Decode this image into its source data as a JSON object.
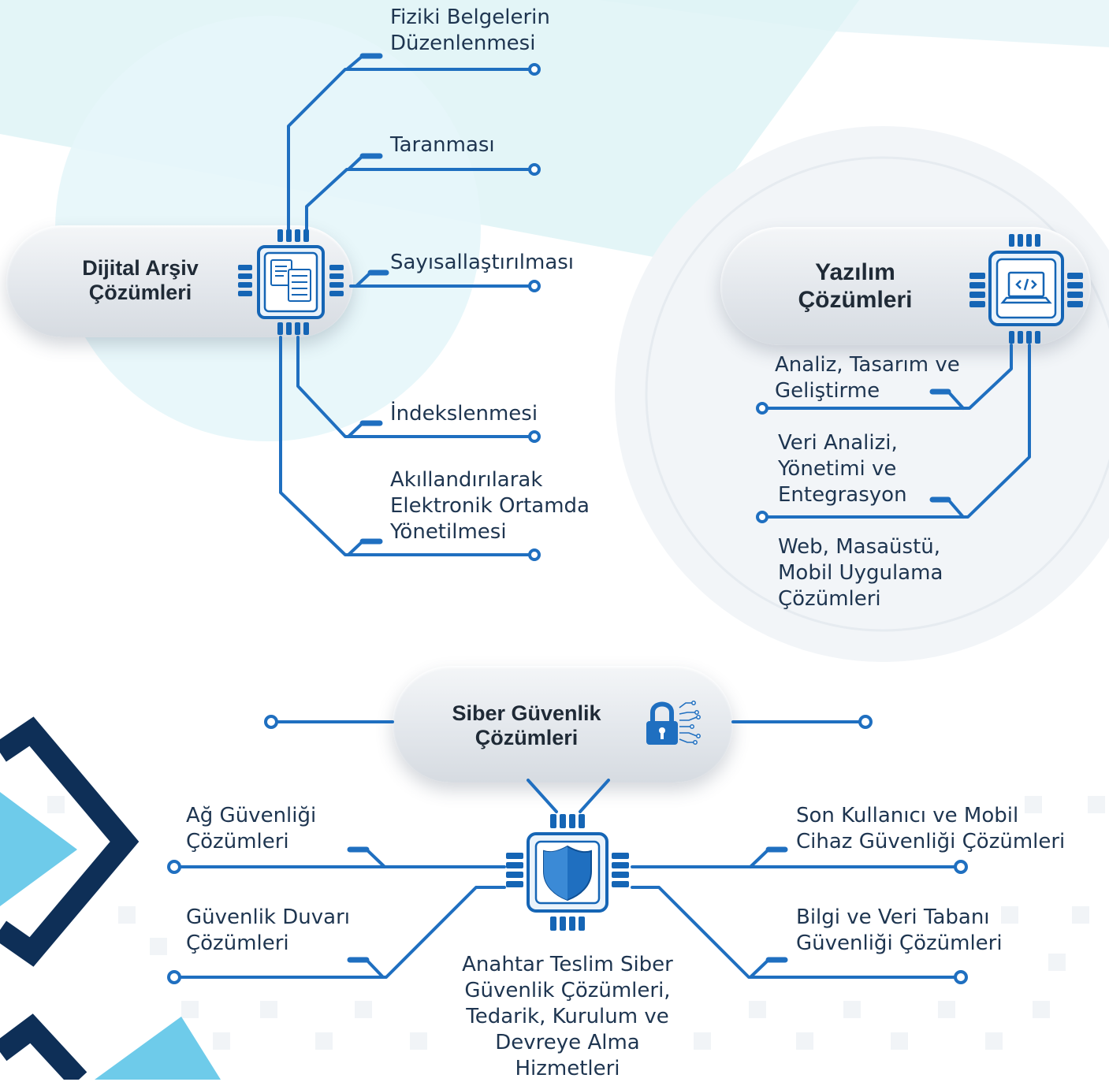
{
  "diagram": {
    "accent_color": "#1f6fc0",
    "dark_color": "#0e2f57",
    "light_blue": "#5ec6e8",
    "dijital_arsiv": {
      "title_line1": "Dijital Arşiv",
      "title_line2": "Çözümleri",
      "icon": "server-document-icon",
      "items": [
        {
          "line1": "Fiziki Belgelerin",
          "line2": "Düzenlenmesi"
        },
        {
          "line1": "Taranması"
        },
        {
          "line1": "Sayısallaştırılması"
        },
        {
          "line1": "İndekslenmesi"
        },
        {
          "line1": "Akıllandırılarak",
          "line2": "Elektronik Ortamda",
          "line3": "Yönetilmesi"
        }
      ]
    },
    "yazilim": {
      "title_line1": "Yazılım",
      "title_line2": "Çözümleri",
      "icon": "laptop-code-icon",
      "items": [
        {
          "line1": "Analiz, Tasarım ve",
          "line2": "Geliştirme"
        },
        {
          "line1": "Veri Analizi,",
          "line2": "Yönetimi ve",
          "line3": "Entegrasyon"
        },
        {
          "line1": "Web, Masaüstü,",
          "line2": "Mobil Uygulama",
          "line3": "Çözümleri"
        }
      ]
    },
    "siber": {
      "title_line1": "Siber Güvenlik",
      "title_line2": "Çözümleri",
      "icon": "padlock-circuit-icon",
      "chip_icon": "shield-icon",
      "items": [
        {
          "line1": "Ağ Güvenliği",
          "line2": "Çözümleri"
        },
        {
          "line1": "Güvenlik Duvarı",
          "line2": "Çözümleri"
        },
        {
          "line1": "Son Kullanıcı ve Mobil",
          "line2": "Cihaz Güvenliği Çözümleri"
        },
        {
          "line1": "Bilgi ve Veri Tabanı",
          "line2": "Güvenliği Çözümleri"
        },
        {
          "line1": "Anahtar Teslim Siber",
          "line2": "Güvenlik Çözümleri,",
          "line3": "Tedarik, Kurulum ve",
          "line4": "Devreye Alma",
          "line5": "Hizmetleri"
        }
      ]
    }
  }
}
